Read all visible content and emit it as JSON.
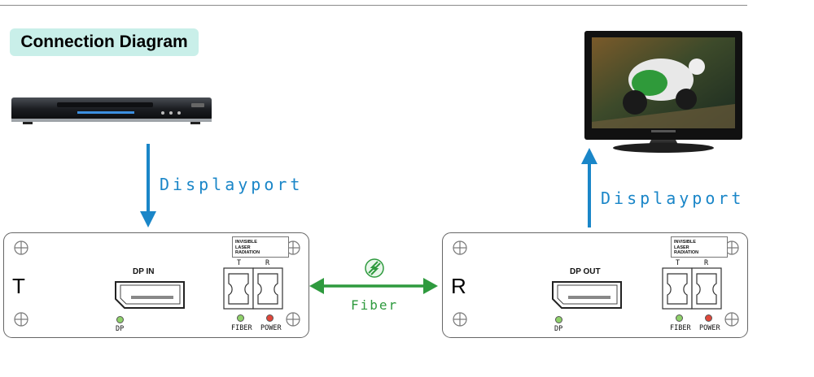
{
  "title": "Connection Diagram",
  "transmitter": {
    "side_label": "T",
    "port_label": "DP IN",
    "led_dp": "DP",
    "led_fiber": "FIBER",
    "led_power": "POWER",
    "fiber_t": "T",
    "fiber_r": "R",
    "warning": [
      "INVISIBLE",
      "LASER",
      "RADIATION"
    ]
  },
  "receiver": {
    "side_label": "R",
    "port_label": "DP OUT",
    "led_dp": "DP",
    "led_fiber": "FIBER",
    "led_power": "POWER",
    "fiber_t": "T",
    "fiber_r": "R",
    "warning": [
      "INVISIBLE",
      "LASER",
      "RADIATION"
    ]
  },
  "links": {
    "source_cable": "Displayport",
    "display_cable": "Displayport",
    "fiber_cable": "Fiber"
  },
  "colors": {
    "badge": "#c9efe9",
    "displayport": "#1a86c8",
    "fiber": "#2e9a3e",
    "led_green": "#8fd16a",
    "led_red": "#e0473a"
  },
  "icons": {
    "source": "dvd-player-icon",
    "display": "monitor-icon",
    "fiber_symbol": "fiber-link-icon"
  }
}
